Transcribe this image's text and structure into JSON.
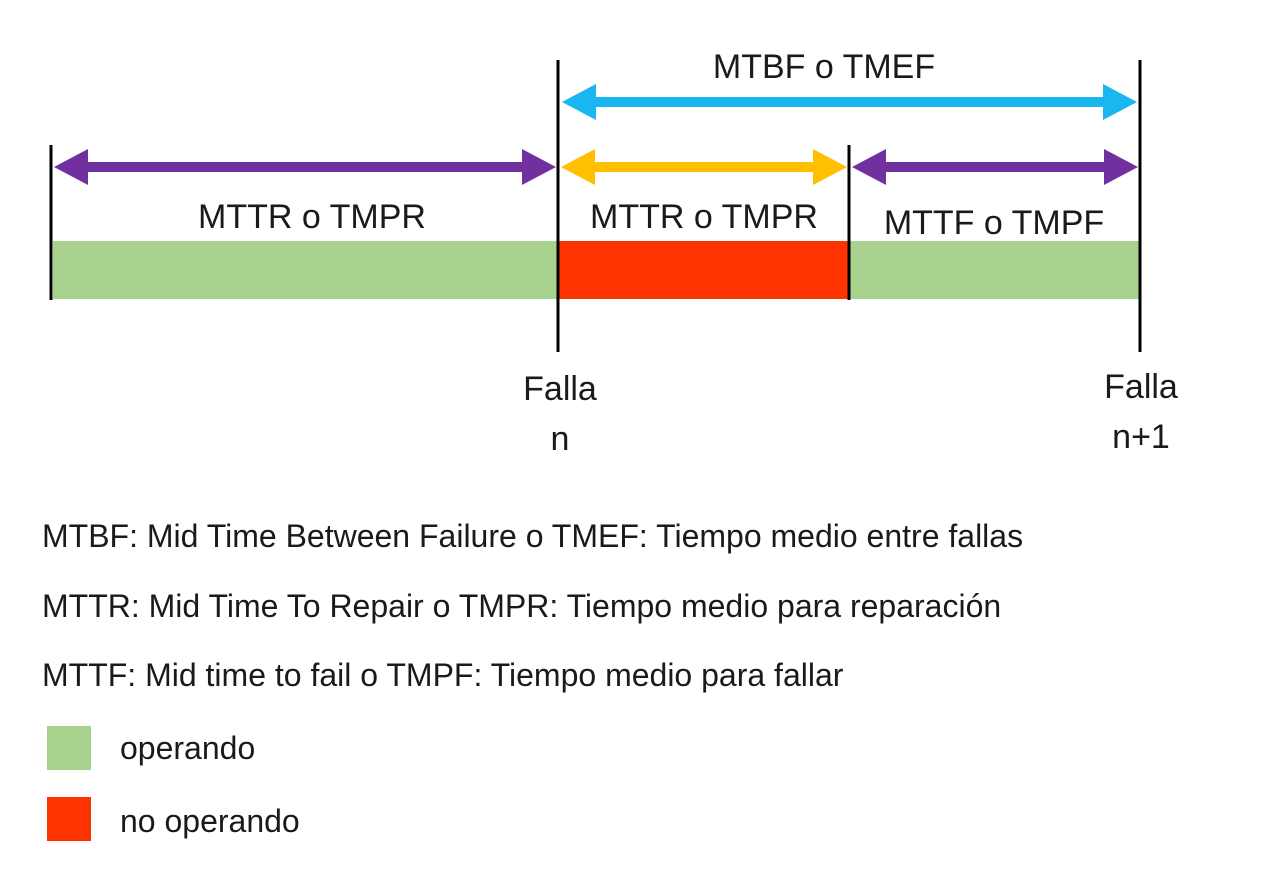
{
  "colors": {
    "operating": "#a9d18e",
    "not_operating": "#ff3300",
    "mtbf_arrow": "#19b6f0",
    "mttr_arrow": "#7030a0",
    "mttr_fail_arrow": "#ffc000",
    "mttf_arrow": "#7030a0",
    "line": "#000000"
  },
  "diagram": {
    "mtbf_label": "MTBF o TMEF",
    "mttr_left_label": "MTTR o TMPR",
    "mttr_mid_label": "MTTR o TMPR",
    "mttf_label": "MTTF o TMPF",
    "falla_n": {
      "line1": "Falla",
      "line2": "n"
    },
    "falla_n1": {
      "line1": "Falla",
      "line2": "n+1"
    }
  },
  "definitions": [
    "MTBF: Mid Time Between Failure o TMEF: Tiempo medio entre fallas",
    "MTTR: Mid Time To Repair o TMPR: Tiempo medio para reparación",
    "MTTF: Mid time to fail o TMPF: Tiempo medio para fallar"
  ],
  "legend": {
    "operating": "operando",
    "not_operating": "no operando"
  }
}
